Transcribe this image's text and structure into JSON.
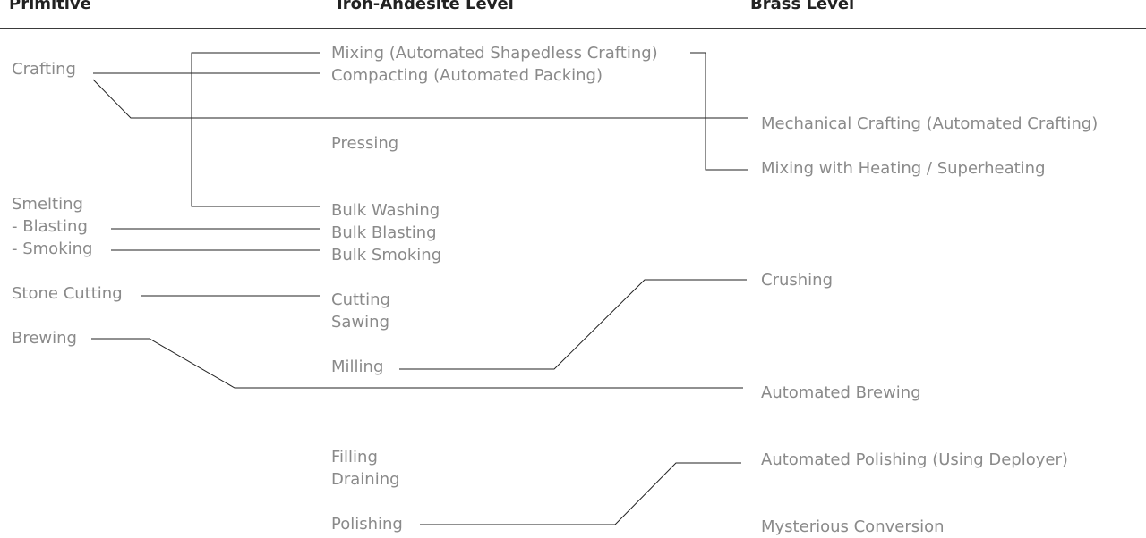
{
  "columns": {
    "primitive": "Primitive",
    "iron_andesite": "Iron-Andesite Level",
    "brass": "Brass Level"
  },
  "primitive": {
    "crafting": "Crafting",
    "smelting": "Smelting",
    "blasting": "- Blasting",
    "smoking": "- Smoking",
    "stone_cutting": "Stone Cutting",
    "brewing": "Brewing"
  },
  "iron_andesite": {
    "mixing": "Mixing (Automated Shapedless Crafting)",
    "compacting": "Compacting (Automated Packing)",
    "pressing": "Pressing",
    "bulk_washing": "Bulk Washing",
    "bulk_blasting": "Bulk Blasting",
    "bulk_smoking": "Bulk Smoking",
    "cutting": "Cutting",
    "sawing": "Sawing",
    "milling": "Milling",
    "filling": "Filling",
    "draining": "Draining",
    "polishing": "Polishing"
  },
  "brass": {
    "mechanical_crafting": "Mechanical Crafting (Automated Crafting)",
    "mixing_heating": "Mixing with Heating / Superheating",
    "crushing": "Crushing",
    "automated_brewing": "Automated Brewing",
    "automated_polishing": "Automated Polishing (Using Deployer)",
    "mysterious_conversion": "Mysterious Conversion"
  }
}
